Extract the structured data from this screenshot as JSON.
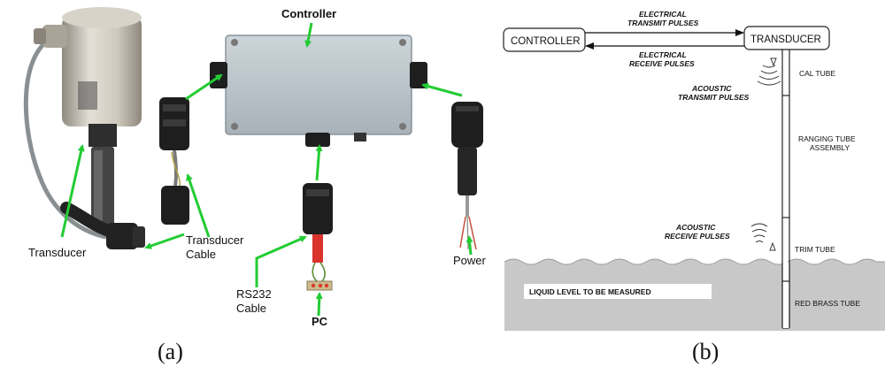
{
  "panel_a": {
    "labels": {
      "controller": "Controller",
      "transducer": "Transducer",
      "transducer_cable_1": "Transducer",
      "transducer_cable_2": "Cable",
      "rs232_1": "RS232",
      "rs232_2": "Cable",
      "pc": "PC",
      "power": "Power"
    },
    "caption": "(a)",
    "colors": {
      "arrow": "#22cc33",
      "box": "#b9c3c9"
    }
  },
  "panel_b": {
    "controller_box": "CONTROLLER",
    "transducer_box": "TRANSDUCER",
    "electrical_transmit_1": "ELECTRICAL",
    "electrical_transmit_2": "TRANSMIT PULSES",
    "electrical_receive_1": "ELECTRICAL",
    "electrical_receive_2": "RECEIVE PULSES",
    "acoustic_transmit_1": "ACOUSTIC",
    "acoustic_transmit_2": "TRANSMIT PULSES",
    "acoustic_receive_1": "ACOUSTIC",
    "acoustic_receive_2": "RECEIVE PULSES",
    "cal_tube": "CAL TUBE",
    "ranging_tube_1": "RANGING TUBE",
    "ranging_tube_2": "ASSEMBLY",
    "trim_tube": "TRIM TUBE",
    "red_brass_tube": "RED BRASS TUBE",
    "liquid_level": "LIQUID LEVEL TO BE MEASURED",
    "caption": "(b)",
    "colors": {
      "liquid": "#c8c8c8"
    }
  }
}
